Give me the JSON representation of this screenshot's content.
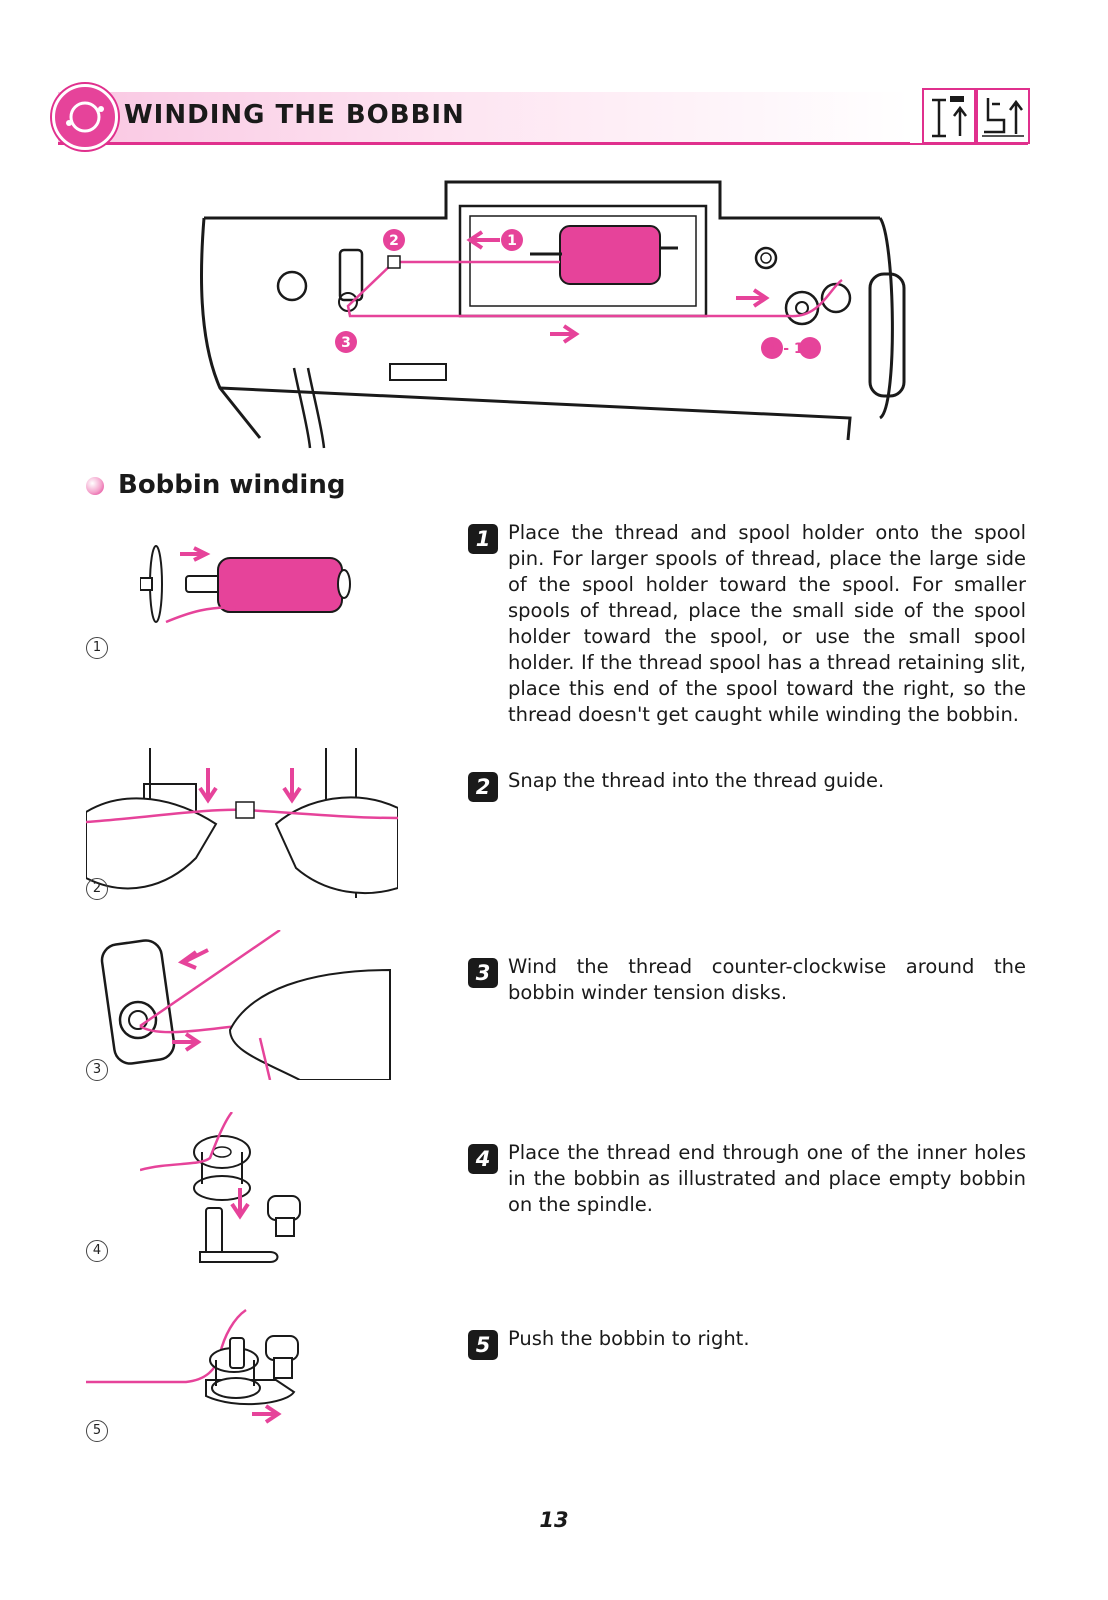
{
  "header": {
    "title": "WINDING THE BOBBIN"
  },
  "section": {
    "title": "Bobbin winding"
  },
  "main_figure": {
    "callouts": [
      "1",
      "2",
      "3",
      "4 - 10"
    ]
  },
  "steps": [
    {
      "number": "1",
      "text": "Place the thread and spool holder onto the spool pin. For larger spools of thread, place the large side of the spool holder toward the spool. For smaller spools of thread, place the small side of the spool holder toward the spool, or use the small spool holder. If the thread spool has a thread retaining slit, place this end of the spool toward the right, so the thread doesn't get caught while winding the bobbin."
    },
    {
      "number": "2",
      "text": "Snap the thread into the thread guide."
    },
    {
      "number": "3",
      "text": "Wind the thread counter-clockwise around the bobbin winder tension disks."
    },
    {
      "number": "4",
      "text": "Place the thread end through one of the inner holes in the bobbin as illustrated and place empty bobbin on the spindle."
    },
    {
      "number": "5",
      "text": "Push the bobbin to right."
    }
  ],
  "figure_labels": [
    "1",
    "2",
    "3",
    "4",
    "5"
  ],
  "page_number": "13",
  "colors": {
    "accent": "#e0308d",
    "thread": "#e6439a",
    "band": "#fde4f1"
  }
}
